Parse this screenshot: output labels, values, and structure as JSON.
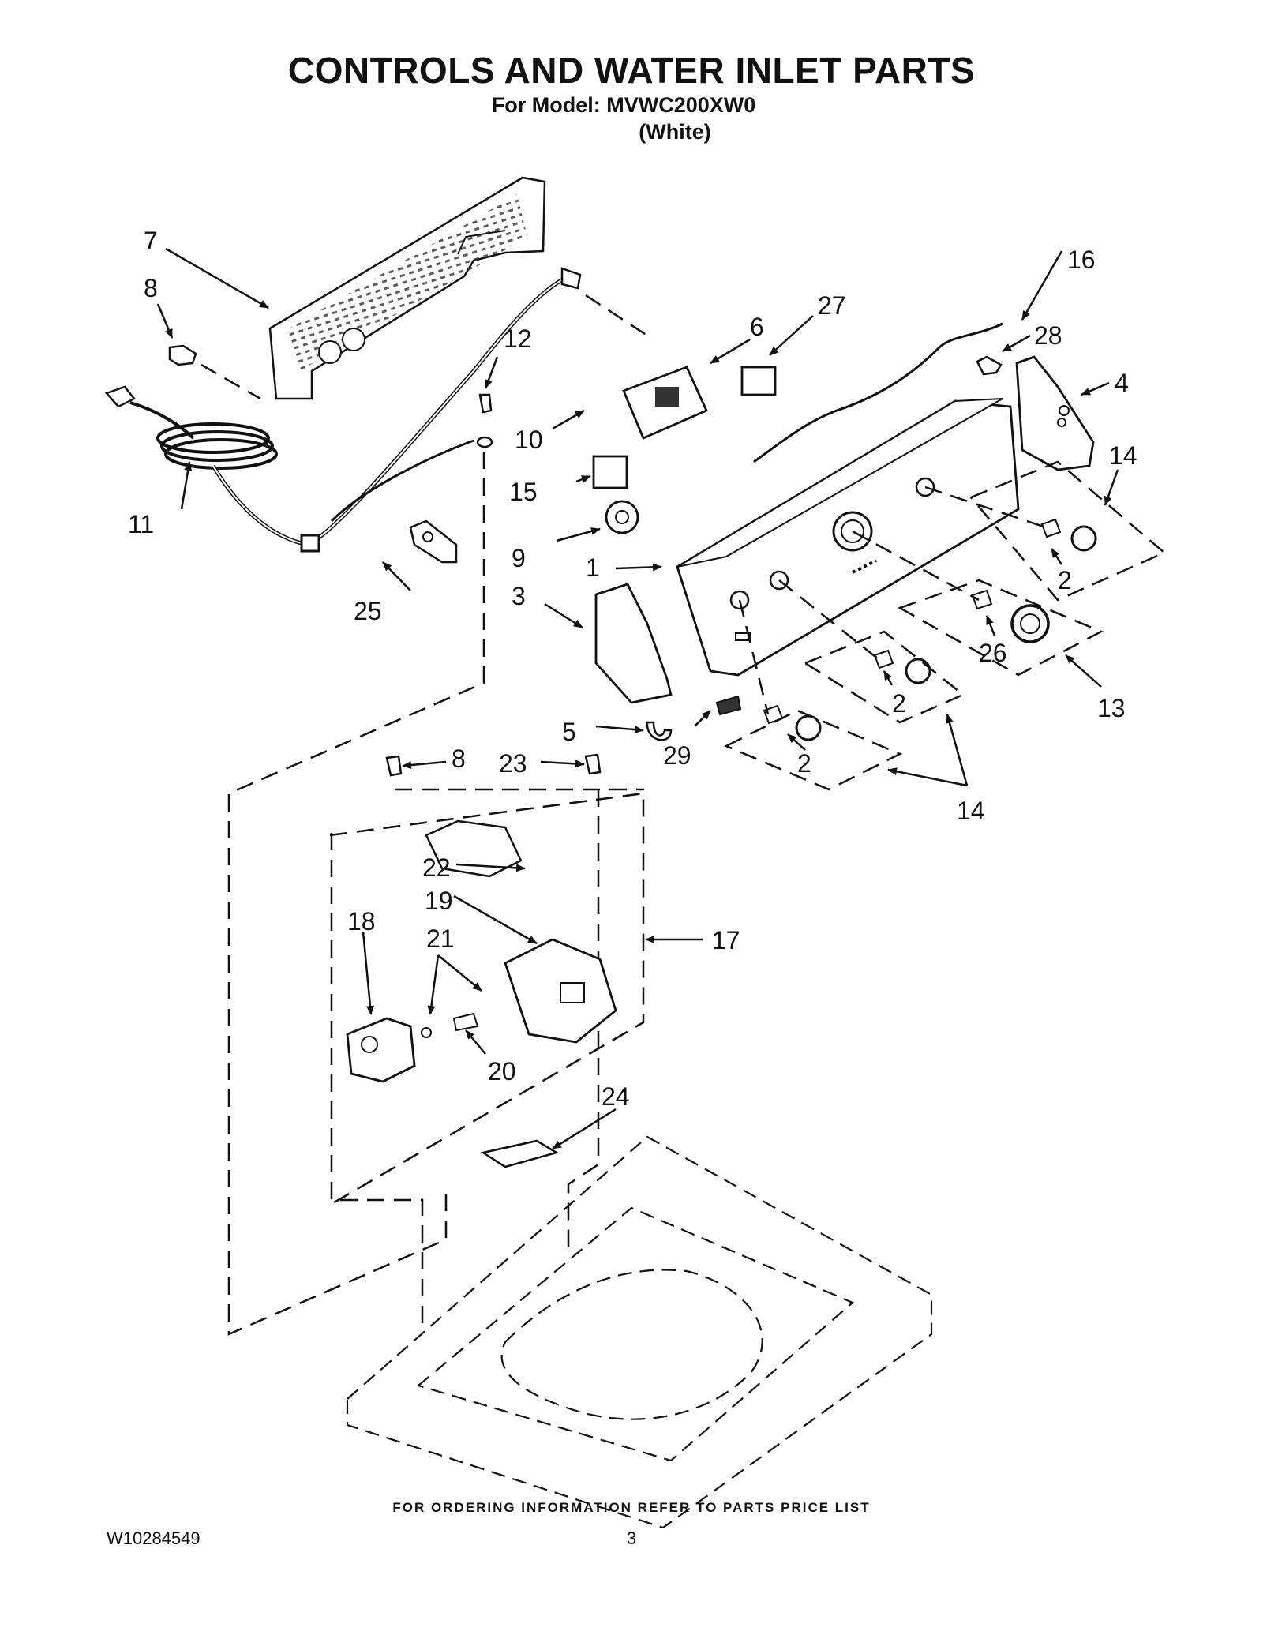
{
  "header": {
    "title": "CONTROLS AND WATER INLET PARTS",
    "model_line": "For Model: MVWC200XW0",
    "color_line": "(White)"
  },
  "callouts": [
    {
      "id": "c1",
      "label": "1"
    },
    {
      "id": "c2a",
      "label": "2"
    },
    {
      "id": "c2b",
      "label": "2"
    },
    {
      "id": "c2c",
      "label": "2"
    },
    {
      "id": "c3",
      "label": "3"
    },
    {
      "id": "c4",
      "label": "4"
    },
    {
      "id": "c5",
      "label": "5"
    },
    {
      "id": "c6",
      "label": "6"
    },
    {
      "id": "c7",
      "label": "7"
    },
    {
      "id": "c8a",
      "label": "8"
    },
    {
      "id": "c8b",
      "label": "8"
    },
    {
      "id": "c9",
      "label": "9"
    },
    {
      "id": "c10",
      "label": "10"
    },
    {
      "id": "c11",
      "label": "11"
    },
    {
      "id": "c12",
      "label": "12"
    },
    {
      "id": "c13",
      "label": "13"
    },
    {
      "id": "c14a",
      "label": "14"
    },
    {
      "id": "c14b",
      "label": "14"
    },
    {
      "id": "c15",
      "label": "15"
    },
    {
      "id": "c16",
      "label": "16"
    },
    {
      "id": "c17",
      "label": "17"
    },
    {
      "id": "c18",
      "label": "18"
    },
    {
      "id": "c19",
      "label": "19"
    },
    {
      "id": "c20",
      "label": "20"
    },
    {
      "id": "c21",
      "label": "21"
    },
    {
      "id": "c22",
      "label": "22"
    },
    {
      "id": "c23",
      "label": "23"
    },
    {
      "id": "c24",
      "label": "24"
    },
    {
      "id": "c25",
      "label": "25"
    },
    {
      "id": "c26",
      "label": "26"
    },
    {
      "id": "c27",
      "label": "27"
    },
    {
      "id": "c28",
      "label": "28"
    },
    {
      "id": "c29",
      "label": "29"
    }
  ],
  "footer": {
    "ordering_note": "FOR ORDERING INFORMATION REFER TO PARTS PRICE LIST",
    "document_number": "W10284549",
    "page_number": "3"
  }
}
